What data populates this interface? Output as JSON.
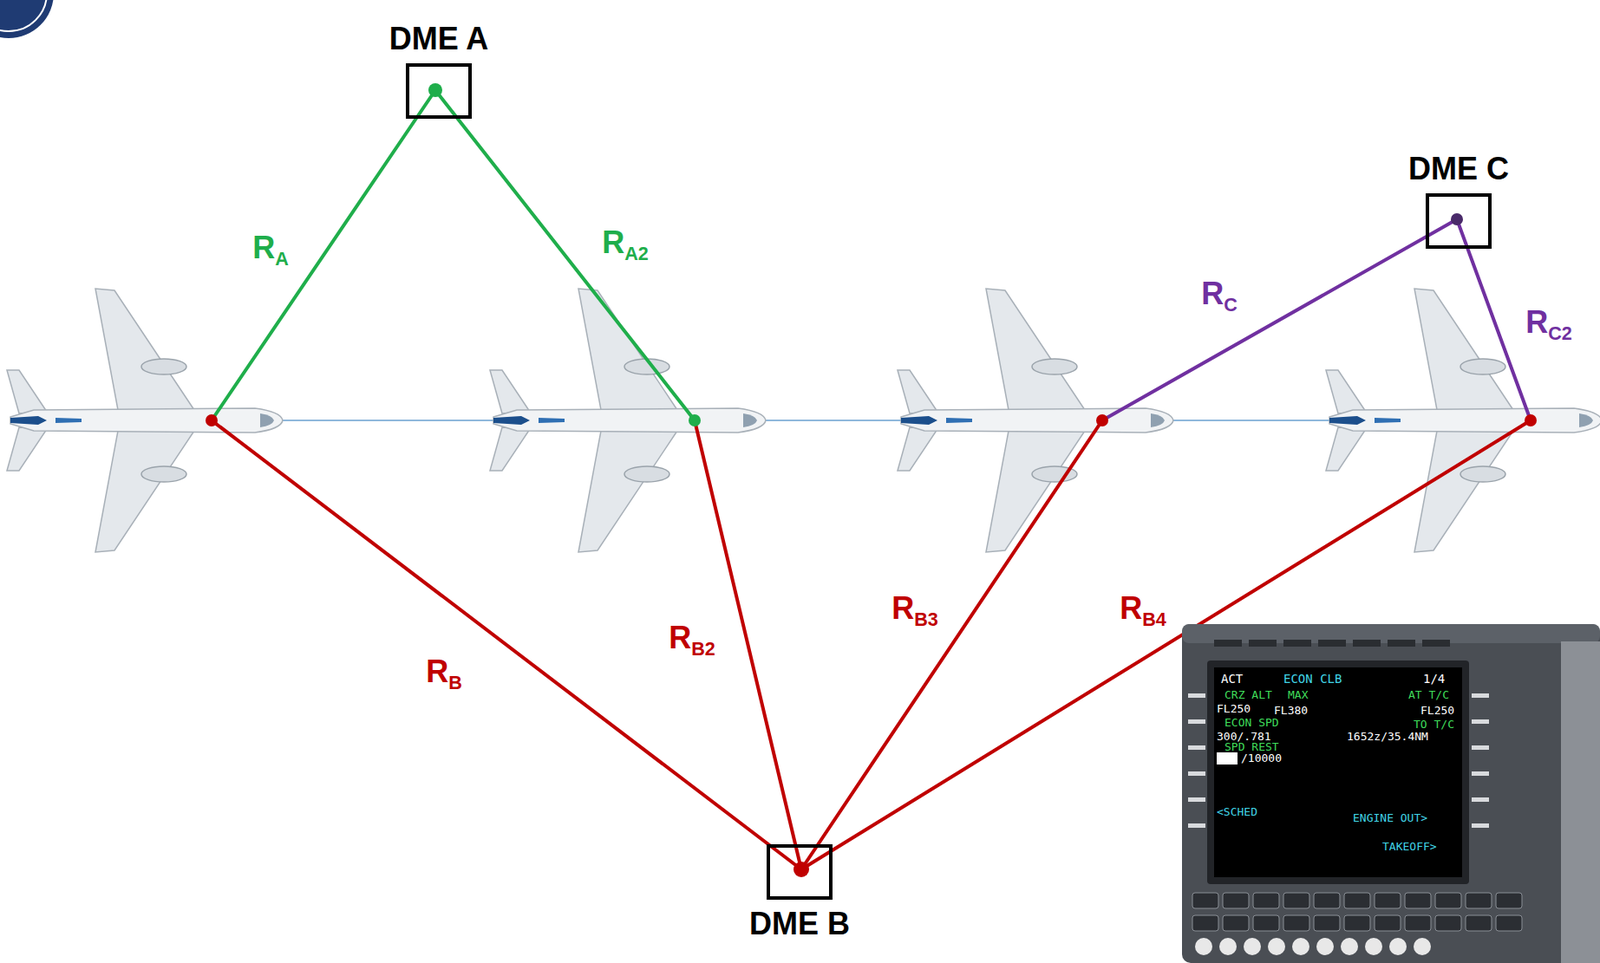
{
  "diagram": {
    "nodes": [
      {
        "text": [
          "DME A"
        ]
      },
      {
        "text": [
          "DME B"
        ]
      },
      {
        "text": [
          "DME C"
        ]
      }
    ],
    "labels": [
      "RA",
      "RA2",
      "RB",
      "RB2",
      "RB3",
      "RB4",
      "RC",
      "RC2",
      "ACT",
      "ECON CLB",
      "1/4",
      "CRZ ALT",
      "MAX",
      "AT T/C",
      "FL250",
      "FL380",
      "FL250",
      "ECON SPD",
      "TO T/C",
      "300/.781",
      "1652z/35.4NM",
      "SPD REST",
      "/10000",
      "<SCHED",
      "ENGINE OUT>",
      "TAKEOFF>"
    ]
  }
}
